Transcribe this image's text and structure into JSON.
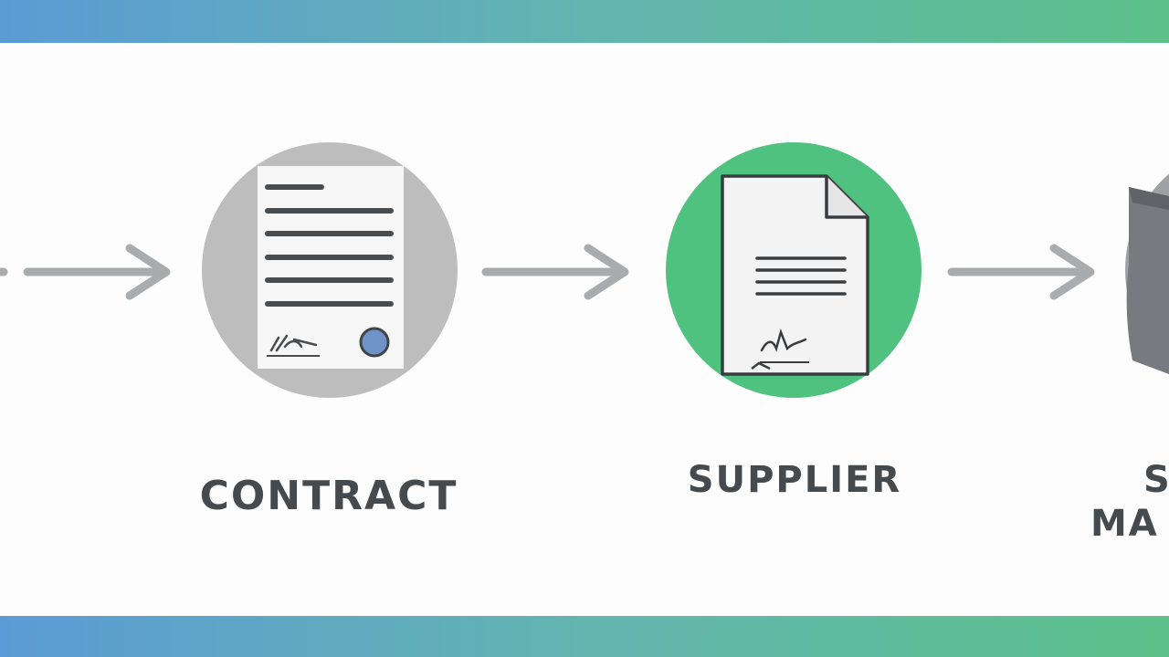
{
  "steps": [
    {
      "id": "contract",
      "label": "CONTRACT"
    },
    {
      "id": "supplier",
      "label": "SUPPLIER"
    },
    {
      "id": "partial",
      "label_line1": "S",
      "label_line2": "MA"
    }
  ],
  "colors": {
    "band_start": "#5b9bd5",
    "band_end": "#5cc08a",
    "contract_circle": "#bdbdbd",
    "supplier_circle": "#4fc280",
    "arrow": "#a9acae",
    "text": "#454a4f",
    "seal": "#6f93c9"
  },
  "icons": [
    "arrow-right-icon",
    "contract-document-icon",
    "supplier-document-icon",
    "partial-icon"
  ]
}
